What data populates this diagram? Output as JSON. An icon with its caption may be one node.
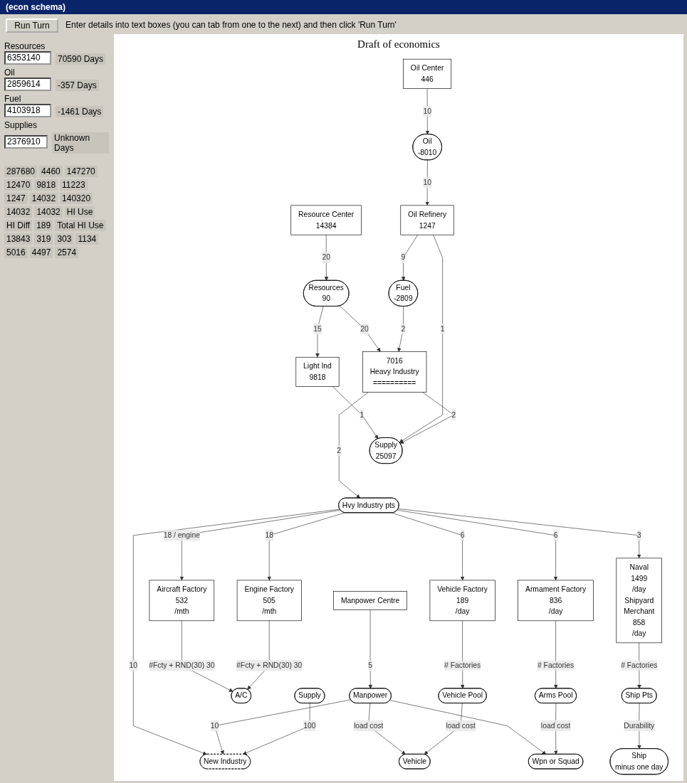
{
  "diagram": {
    "title": "Draft of economics",
    "nodes": [
      {
        "text": [
          "Resource Center",
          "14384"
        ]
      },
      {
        "text": [
          "Oil Center",
          "446"
        ]
      },
      {
        "text": [
          "Resources",
          "90"
        ]
      },
      {
        "text": [
          "Light Ind",
          "9818"
        ]
      },
      {
        "text": [
          "Oil Refinery",
          "1247"
        ]
      },
      {
        "text": [
          "Oil",
          "-8010"
        ]
      },
      {
        "text": [
          "Supply",
          "25097"
        ]
      },
      {
        "text": [
          "Fuel",
          "-2809"
        ]
      },
      {
        "text": [
          "7016",
          "Heavy Industry",
          "=========="
        ]
      },
      {
        "text": [
          "Manpower Centre"
        ]
      },
      {
        "text": [
          "Hvy Industry pts"
        ]
      },
      {
        "text": [
          "Manpower"
        ]
      },
      {
        "text": [
          "Aircraft Factory",
          "532",
          "/mth"
        ]
      },
      {
        "text": [
          "A/C"
        ]
      },
      {
        "text": [
          "New Industry"
        ]
      },
      {
        "text": [
          "Supply"
        ]
      },
      {
        "text": [
          "Engine Factory",
          "505",
          "/mth"
        ]
      },
      {
        "text": [
          "Vehicle"
        ]
      },
      {
        "text": [
          "Vehicle Pool"
        ]
      },
      {
        "text": [
          "Vehicle Factory",
          "189",
          "/day"
        ]
      },
      {
        "text": [
          "Wpn or Squad"
        ]
      },
      {
        "text": [
          "Arms Pool"
        ]
      },
      {
        "text": [
          "Armament Factory",
          "836",
          "/day"
        ]
      },
      {
        "text": [
          "Ship",
          "minus one day"
        ]
      },
      {
        "text": [
          "Ship Pts"
        ]
      },
      {
        "text": [
          "Naval",
          "1499",
          "/day",
          "Shipyard",
          "Merchant",
          "858",
          "/day"
        ]
      }
    ],
    "edges": [
      {
        "from": 0,
        "to": 2,
        "arrow": "to",
        "label": "20"
      },
      {
        "from": 1,
        "to": 5,
        "arrow": "to",
        "label": "10"
      },
      {
        "from": 2,
        "to": 3,
        "arrow": "to",
        "label": "15"
      },
      {
        "from": 5,
        "to": 4,
        "arrow": "to",
        "label": "10"
      },
      {
        "from": 3,
        "to": 6,
        "arrow": "to",
        "label": "1"
      },
      {
        "from": 4,
        "to": 6,
        "arrow": "to",
        "label": "1"
      },
      {
        "from": 4,
        "to": 7,
        "arrow": "to",
        "label": "9"
      },
      {
        "from": 8,
        "to": 6,
        "arrow": "to",
        "label": "2"
      },
      {
        "from": 2,
        "to": 8,
        "arrow": "to",
        "label": "20"
      },
      {
        "from": 7,
        "to": 8,
        "arrow": "to",
        "label": "2"
      },
      {
        "from": 8,
        "to": 10,
        "arrow": "to",
        "label": "2"
      },
      {
        "from": 9,
        "to": 11,
        "arrow": "to",
        "label": "5"
      },
      {
        "from": 10,
        "to": 14,
        "arrow": "to",
        "label": "10"
      },
      {
        "from": 11,
        "to": 14,
        "arrow": "to",
        "label": "10"
      },
      {
        "from": 10,
        "to": 12,
        "arrow": "to",
        "label": "18 / engine"
      },
      {
        "from": 12,
        "to": 13,
        "arrow": "to",
        "label": "#Fcty + RND(30) 30"
      },
      {
        "from": 16,
        "to": 13,
        "arrow": "to",
        "label": "#Fcty + RND(30) 30"
      },
      {
        "from": 15,
        "to": 14,
        "arrow": "to",
        "label": "100"
      },
      {
        "from": 10,
        "to": 16,
        "arrow": "to",
        "label": "18"
      },
      {
        "from": 10,
        "to": 19,
        "arrow": "to",
        "label": "6"
      },
      {
        "from": 10,
        "to": 22,
        "arrow": "to",
        "label": "6"
      },
      {
        "from": 10,
        "to": 25,
        "arrow": "to",
        "label": "3"
      },
      {
        "from": 11,
        "to": 17,
        "arrow": "to",
        "label": "load cost"
      },
      {
        "from": 18,
        "to": 17,
        "arrow": "to",
        "label": "load cost"
      },
      {
        "from": 19,
        "to": 18,
        "arrow": "to",
        "label": "# Factories"
      },
      {
        "from": 11,
        "to": 20,
        "arrow": "to"
      },
      {
        "from": 21,
        "to": 20,
        "arrow": "to",
        "label": "load cost"
      },
      {
        "from": 22,
        "to": 21,
        "arrow": "to",
        "label": "# Factories"
      },
      {
        "from": 25,
        "to": 24,
        "arrow": "to",
        "label": "# Factories"
      },
      {
        "from": 24,
        "to": 23,
        "arrow": "to",
        "label": "Durability"
      }
    ],
    "labels": [
      "(econ schema)",
      "Run Turn",
      "Enter details into text boxes (you can tab from one to the next) and then click 'Run Turn'",
      "Resources",
      "6353140",
      "70590 Days",
      "Oil",
      "2859614",
      "-357 Days",
      "Fuel",
      "4103918",
      "-1461 Days",
      "Supplies",
      "2376910",
      "Unknown Days",
      "287680",
      "4460",
      "147270",
      "12470",
      "9818",
      "11223",
      "1247",
      "14032",
      "140320",
      "14032",
      "14032",
      "HI Use",
      "HI Diff",
      "189",
      "Total HI Use",
      "13843",
      "319",
      "303",
      "1134",
      "5016",
      "4497",
      "2574"
    ]
  }
}
